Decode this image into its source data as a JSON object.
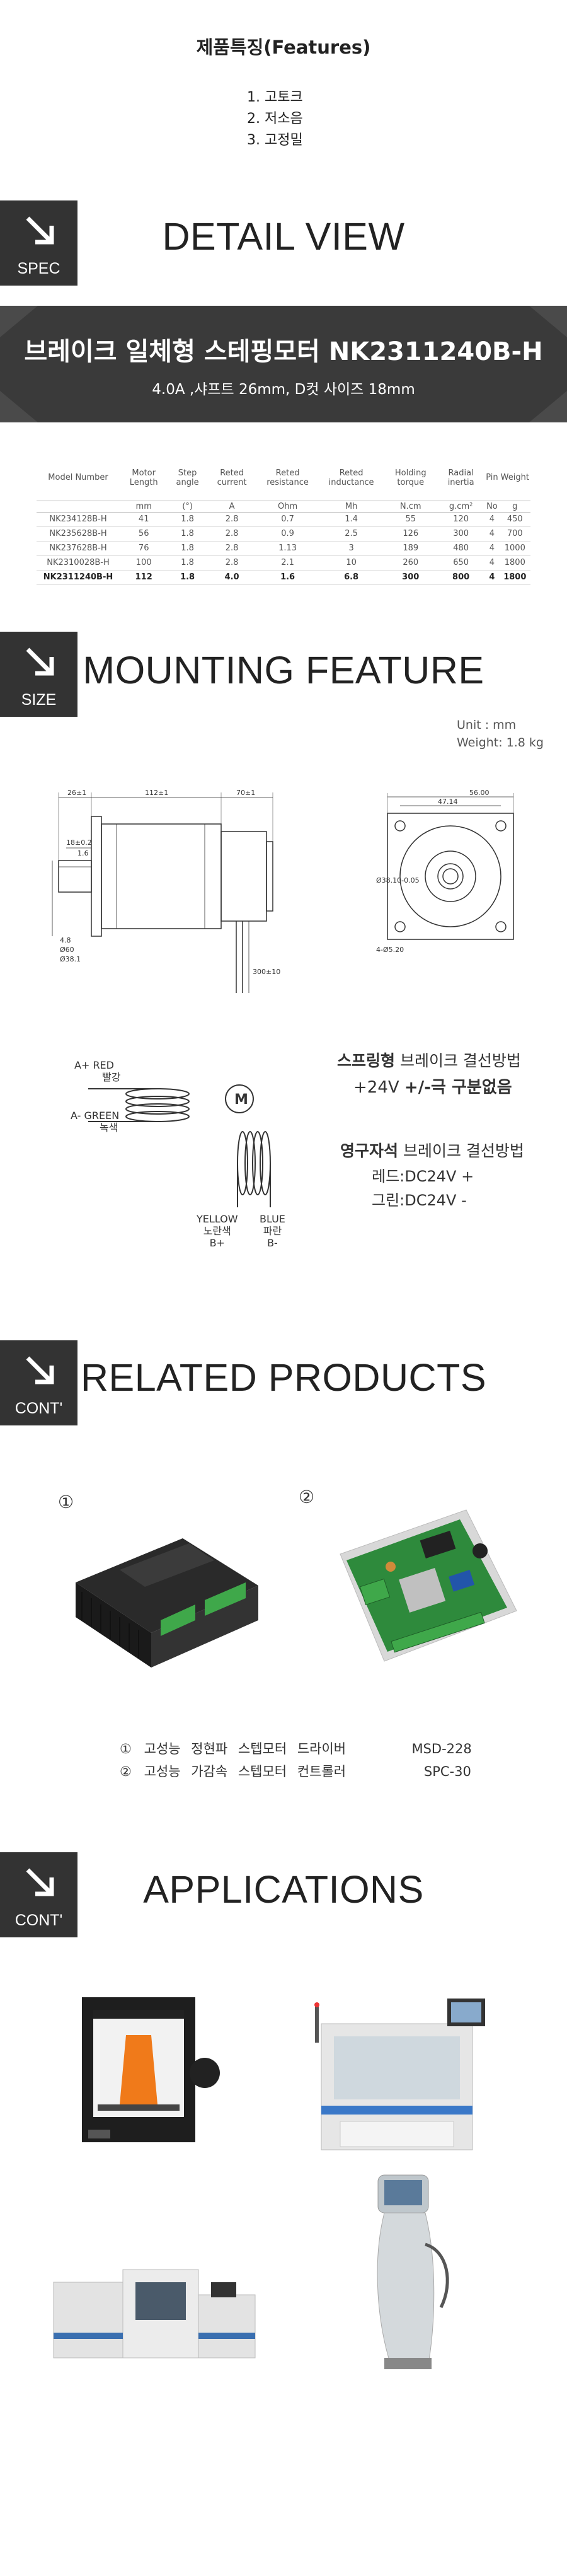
{
  "features": {
    "title": "제품특징(Features)",
    "items": [
      "1. 고토크",
      "2. 저소음",
      "3. 고정밀"
    ]
  },
  "sections": {
    "spec": {
      "tab": "SPEC",
      "title": "DETAIL VIEW"
    },
    "size": {
      "tab": "SIZE",
      "title": "MOUNTING FEATURE"
    },
    "related": {
      "tab": "CONT'",
      "title": "RELATED PRODUCTS"
    },
    "applications": {
      "tab": "CONT'",
      "title": "APPLICATIONS"
    }
  },
  "product": {
    "name": "브레이크 일체형 스테핑모터 NK2311240B-H",
    "subtitle": "4.0A ,샤프트 26mm, D컷 사이즈 18mm"
  },
  "spec_table": {
    "headers": [
      "Model Number",
      "Motor Length",
      "Step angle",
      "Reted current",
      "Reted resistance",
      "Reted inductance",
      "Holding torque",
      "Radial inertia",
      "Pin",
      "Weight"
    ],
    "units": [
      "",
      "mm",
      "(°)",
      "A",
      "Ohm",
      "Mh",
      "N.cm",
      "g.cm²",
      "No",
      "g"
    ],
    "rows": [
      [
        "NK234128B-H",
        "41",
        "1.8",
        "2.8",
        "0.7",
        "1.4",
        "55",
        "120",
        "4",
        "450"
      ],
      [
        "NK235628B-H",
        "56",
        "1.8",
        "2.8",
        "0.9",
        "2.5",
        "126",
        "300",
        "4",
        "700"
      ],
      [
        "NK237628B-H",
        "76",
        "1.8",
        "2.8",
        "1.13",
        "3",
        "189",
        "480",
        "4",
        "1000"
      ],
      [
        "NK2310028B-H",
        "100",
        "1.8",
        "2.8",
        "2.1",
        "10",
        "260",
        "650",
        "4",
        "1800"
      ],
      [
        "NK2311240B-H",
        "112",
        "1.8",
        "4.0",
        "1.6",
        "6.8",
        "300",
        "800",
        "4",
        "1800"
      ]
    ]
  },
  "mounting": {
    "unit": "Unit : mm",
    "weight": "Weight: 1.8  kg",
    "dims": {
      "d1": "26±1",
      "d2": "112±1",
      "d3": "70±1",
      "d4": "18±0.2",
      "d5": "1.6",
      "d6": "4.8",
      "d7": "Ø60",
      "d8": "Ø38.1",
      "d9": "300±10",
      "f1": "56.00",
      "f2": "47.14",
      "f3": "Ø38.10-0.05",
      "f4": "4-Ø5.20"
    }
  },
  "brake": {
    "wire_a_plus": "A+ RED",
    "wire_a_plus_kr": "빨강",
    "wire_a_minus": "A-  GREEN",
    "wire_a_minus_kr": "녹색",
    "wire_b_plus": "YELLOW",
    "wire_b_plus_kr": "노란색",
    "wire_b_plus_sign": "B+",
    "wire_b_minus": "BLUE",
    "wire_b_minus_kr": "파란",
    "wire_b_minus_sign": "B-",
    "motor_symbol": "M",
    "spring_title_bold": "스프링형",
    "spring_title_rest": " 브레이크 결선방법",
    "spring_line_v": "+24V ",
    "spring_line_note": " +/-극 구분없음",
    "magnet_title_bold": "영구자석",
    "magnet_title_rest": " 브레이크 결선방법",
    "magnet_red": "레드:DC24V +",
    "magnet_green": "그린:DC24V  -"
  },
  "related": {
    "num1": "①",
    "num2": "②",
    "items": [
      {
        "num": "①",
        "name": "고성능 정현파 스텝모터 드라이버",
        "model": "MSD-228"
      },
      {
        "num": "②",
        "name": "고성능 가감속 스텝모터 컨트롤러",
        "model": "SPC-30"
      }
    ]
  },
  "colors": {
    "tab_bg": "#333333",
    "banner_bg": "#3a3a3a",
    "driver_green": "#3fa84a",
    "controller_board": "#2e8a3c"
  }
}
